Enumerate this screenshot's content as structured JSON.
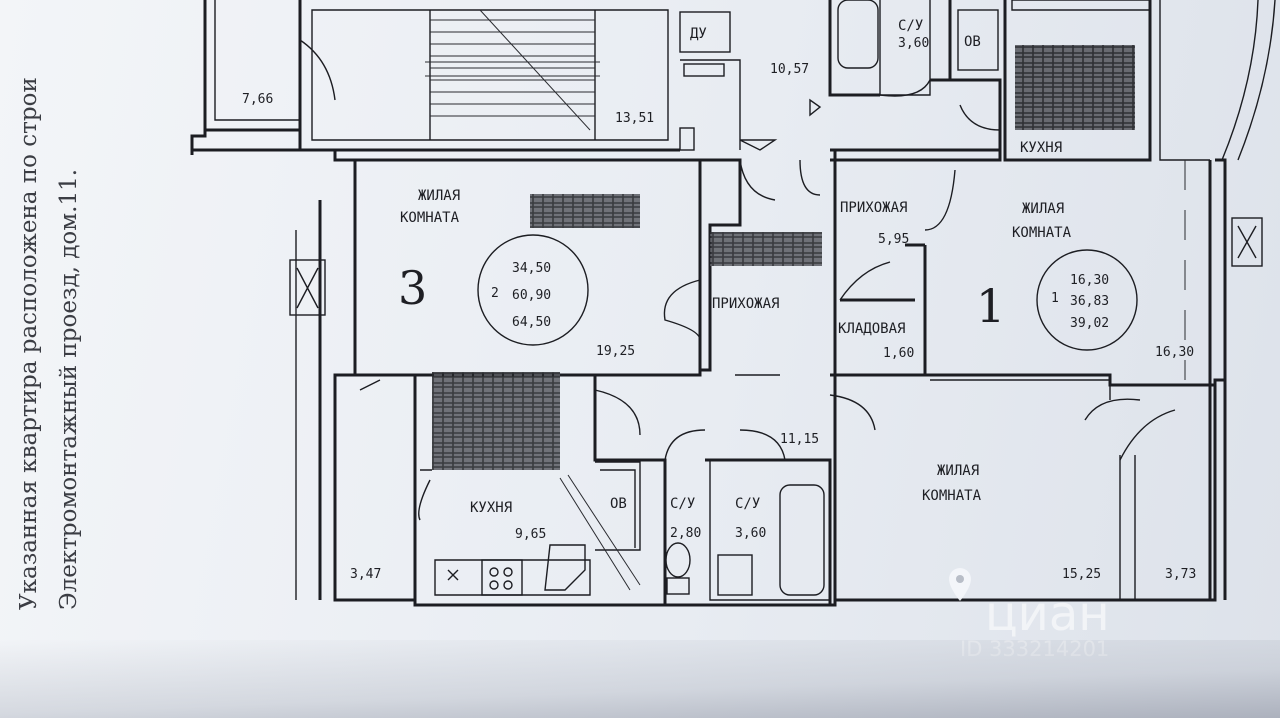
{
  "side_text": {
    "line1": "Указанная квартира расположена по строи",
    "line2": "Электромонтажный проезд, дом.11."
  },
  "apartment_3": {
    "number": "3",
    "rooms": "2",
    "area_living": "34,50",
    "area_total": "60,90",
    "area_total_with_balcony": "64,50",
    "room_label_line1": "ЖИЛАЯ",
    "room_label_line2": "КОМНАТА",
    "room_area": "19,25",
    "hall_label": "ПРИХОЖАЯ",
    "hall_area": "11,15",
    "kitchen_label": "КУХНЯ",
    "kitchen_area": "9,65",
    "bath1_label": "С/У",
    "bath1_area": "2,80",
    "bath2_label": "С/У",
    "bath2_area": "3,60",
    "shaft_label": "ОВ",
    "balcony_area": "3,47",
    "room2_label_line1": "ЖИЛАЯ",
    "room2_label_line2": "КОМНАТА",
    "room2_area": "15,25",
    "balcony2_area": "3,73"
  },
  "apartment_1": {
    "number": "1",
    "rooms": "1",
    "area_living": "16,30",
    "area_total": "36,83",
    "area_total_with_balcony": "39,02",
    "hall_label": "ПРИХОЖАЯ",
    "hall_area": "5,95",
    "storage_label": "КЛАДОВАЯ",
    "storage_area": "1,60",
    "room_label_line1": "ЖИЛАЯ",
    "room_label_line2": "КОМНАТА",
    "room_area": "16,30",
    "kitchen_label": "КУХНЯ"
  },
  "common": {
    "loggia_area": "7,66",
    "stair_area": "13,51",
    "corridor_area": "10,57",
    "du_label": "ДУ",
    "top_bath_label": "С/У",
    "top_bath_area": "3,60",
    "top_shaft_label": "ОВ"
  },
  "watermark": {
    "brand": "циан",
    "id": "ID 333214201"
  }
}
